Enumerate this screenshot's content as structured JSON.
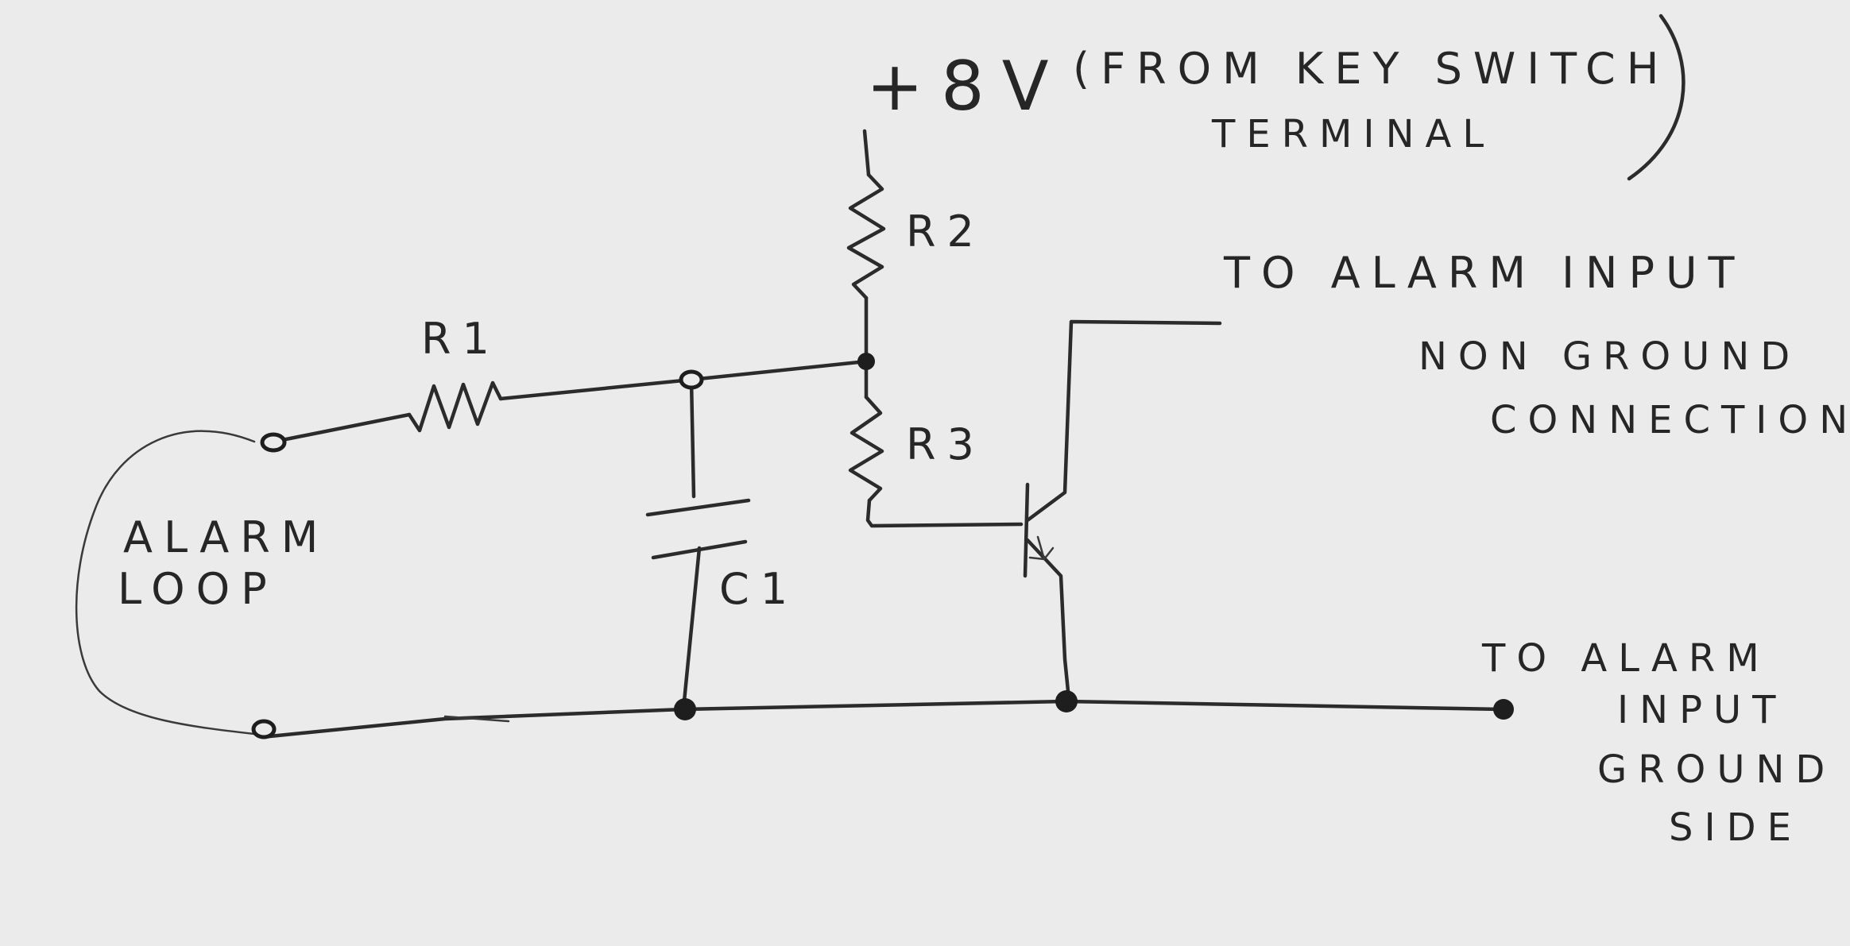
{
  "diagram": {
    "supply_label": "+8V",
    "supply_note_line1": "(FROM KEY SWITCH",
    "supply_note_line2": "TERMINAL",
    "r1_label": "R1",
    "r2_label": "R2",
    "r3_label": "R3",
    "c1_label": "C1",
    "alarm_loop_line1": "ALARM",
    "alarm_loop_line2": "LOOP",
    "output_nonground_line1": "TO ALARM INPUT",
    "output_nonground_line2": "NON GROUND",
    "output_nonground_line3": "CONNECTION",
    "output_ground_line1": "TO ALARM",
    "output_ground_line2": "INPUT",
    "output_ground_line3": "GROUND",
    "output_ground_line4": "SIDE"
  }
}
